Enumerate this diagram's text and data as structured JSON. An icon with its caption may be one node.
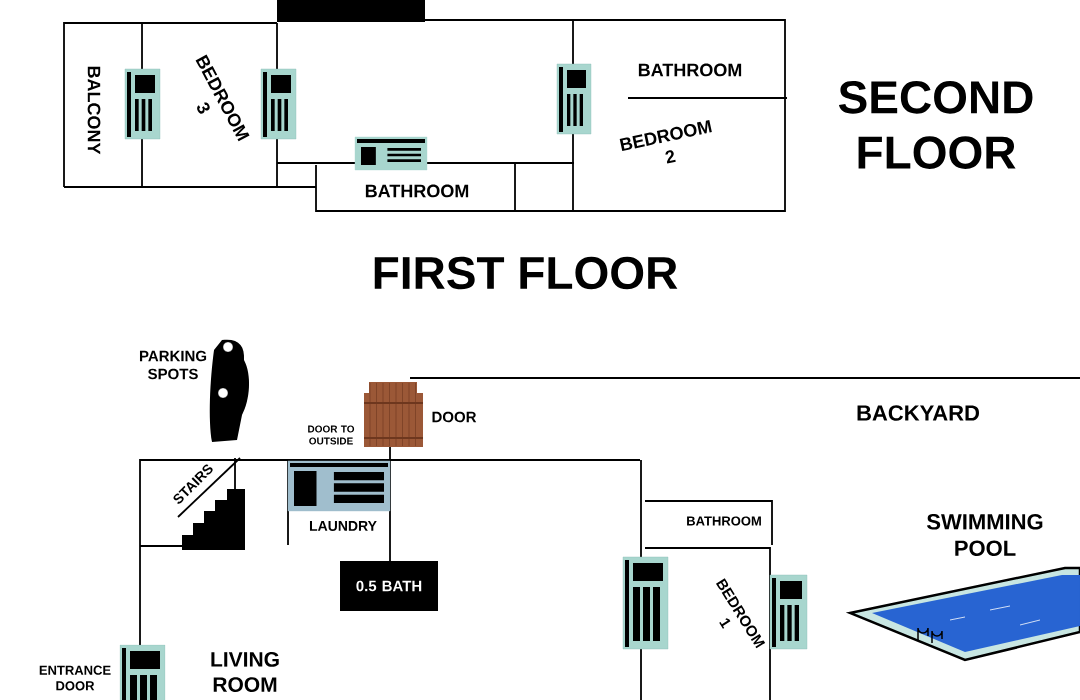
{
  "diagram": {
    "nodes": [
      {
        "text": [],
        "shape": "bar"
      },
      {
        "text": [
          "0.5 BATH"
        ]
      }
    ],
    "labels": [
      "BALCONY",
      "BEDROOM 3",
      "BATHROOM",
      "BATHROOM",
      "BEDROOM 2",
      "SECOND FLOOR",
      "FIRST FLOOR",
      "PARKING SPOTS",
      "DOOR TO OUTSIDE",
      "DOOR",
      "BACKYARD",
      "STAIRS",
      "LAUNDRY",
      "BATHROOM",
      "SWIMMING POOL",
      "BEDROOM 1",
      "ENTRANCE DOOR",
      "LIVING ROOM"
    ]
  }
}
